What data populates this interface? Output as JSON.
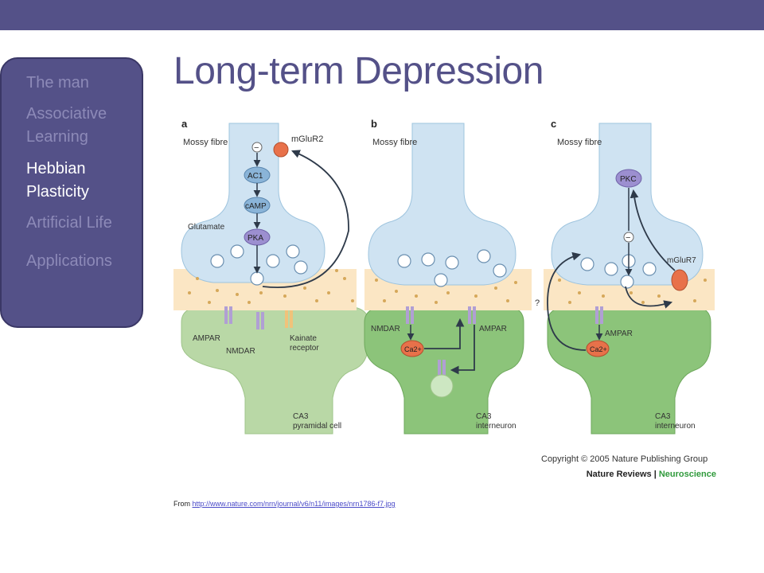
{
  "slide": {
    "title": "Long-term Depression",
    "source_prefix": "From ",
    "source_url": "http://www.nature.com/nrn/journal/v6/n11/images/nrn1786-f7.jpg"
  },
  "nav": {
    "items": [
      {
        "label": "The man",
        "active": false
      },
      {
        "label": "Associative Learning",
        "active": false
      },
      {
        "label": "Hebbian Plasticity",
        "active": true
      },
      {
        "label": "Artificial Life",
        "active": false
      },
      {
        "label": "Applications",
        "active": false
      }
    ]
  },
  "figure": {
    "panels": [
      {
        "letter": "a",
        "fibre": "Mossy fibre",
        "receptor": "mGluR2",
        "cascade": [
          "AC1",
          "cAMP",
          "PKA"
        ],
        "transmitter": "Glutamate",
        "post_labels": [
          "AMPAR",
          "NMDAR",
          "Kainate",
          "receptor"
        ],
        "cell": [
          "CA3",
          "pyramidal cell"
        ]
      },
      {
        "letter": "b",
        "fibre": "Mossy fibre",
        "post_labels": [
          "NMDAR",
          "AMPAR"
        ],
        "ion": "Ca2+",
        "cell": [
          "CA3",
          "interneuron"
        ]
      },
      {
        "letter": "c",
        "fibre": "Mossy fibre",
        "kinase": "PKC",
        "receptor": "mGluR7",
        "post_labels": [
          "AMPAR"
        ],
        "ion": "Ca2+",
        "question": "?",
        "cell": [
          "CA3",
          "interneuron"
        ]
      }
    ],
    "minus_sign": "−",
    "copyright": "Copyright © 2005 Nature Publishing Group",
    "journal": "Nature Reviews",
    "journal_separator": " | ",
    "journal_section": "Neuroscience"
  },
  "colors": {
    "bar": "#545188",
    "nav_inactive": "#8d8ab8",
    "nav_active": "#ffffff",
    "title": "#545188",
    "presynaptic": "#cfe3f2",
    "cleft": "#fbe6c4",
    "postsynaptic_pyramidal": "#b9d8a6",
    "postsynaptic_interneuron": "#8cc47a",
    "journal_green": "#2f9a3b"
  }
}
